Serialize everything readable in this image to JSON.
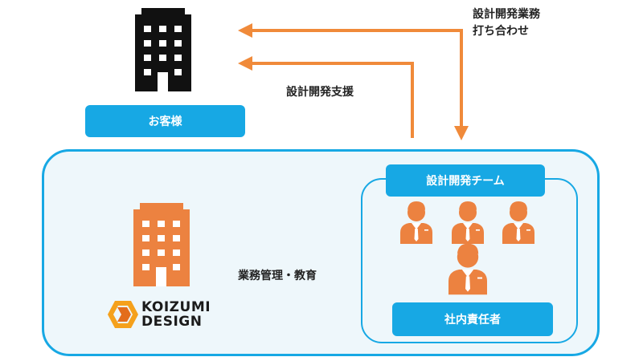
{
  "client": {
    "label": "お客様",
    "building_color": "#111111"
  },
  "arrows": {
    "top_label_line1": "設計開発業務",
    "top_label_line2": "打ち合わせ",
    "support_label": "設計開発支援",
    "management_label": "業務管理・教育",
    "color": "#f08a3a"
  },
  "company": {
    "logo_line1": "KOIZUMI",
    "logo_line2": "DESIGN",
    "building_color": "#ec8240"
  },
  "team": {
    "title": "設計開発チーム",
    "manager_label": "社内責任者",
    "person_color": "#ec8240"
  },
  "colors": {
    "accent_blue": "#17a8e4",
    "panel_bg": "#eef7fb"
  }
}
